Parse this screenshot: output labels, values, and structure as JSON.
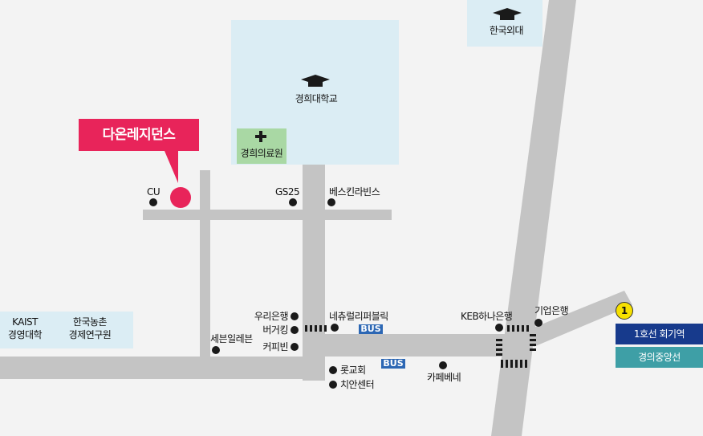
{
  "colors": {
    "background": "#f3f3f3",
    "road": "#c4c4c4",
    "block": "#dbedf4",
    "hospital": "#a9d8a4",
    "highlight": "#e8245a",
    "bus": "#2c67b4",
    "line1": "#173a8c",
    "gyeonguiJungang": "#3e9fa6",
    "line1_badge": "#f6e000"
  },
  "destination": {
    "label": "다온레지던스"
  },
  "places": {
    "khu": "경희대학교",
    "hufs": "한국외대",
    "hospital": "경희의료원",
    "kaist": [
      "KAIST",
      "경영대학"
    ],
    "kreei": [
      "한국농촌",
      "경제연구원"
    ]
  },
  "pois": {
    "cu": "CU",
    "gs25": "GS25",
    "baskin": "베스킨라빈스",
    "woori": "우리은행",
    "burgerking": "버거킹",
    "coffeebean": "커피빈",
    "seveneleven": "세븐일레븐",
    "naturerepublic": "네츄럴리퍼블릭",
    "keb": "KEB하나은행",
    "ibk": "기업은행",
    "lotteria": "롯교회",
    "chian": "치안센터",
    "cafebene": "카페베네"
  },
  "bus_label": "BUS",
  "station": {
    "line_badge": "1",
    "line1": "1호선 회기역",
    "line2": "경의중앙선"
  },
  "icons": [
    "graduation-cap-icon",
    "medical-cross-icon",
    "location-pin-icon"
  ]
}
